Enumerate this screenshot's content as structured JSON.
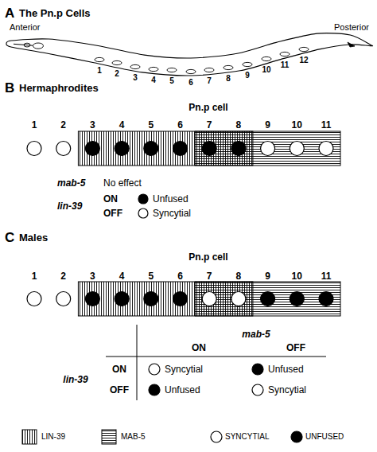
{
  "diagram": {
    "labels": [
      "A",
      "The Pn.p Cells",
      "Anterior",
      "Posterior",
      "1",
      "2",
      "3",
      "4",
      "5",
      "6",
      "7",
      "8",
      "9",
      "10",
      "11",
      "12",
      "B",
      "Hermaphrodites",
      "Pn.p cell",
      "1",
      "2",
      "3",
      "4",
      "5",
      "6",
      "7",
      "8",
      "9",
      "10",
      "11",
      "mab-5",
      "No effect",
      "lin-39",
      "ON",
      "Unfused",
      "OFF",
      "Syncytial",
      "C",
      "Males",
      "Pn.p cell",
      "1",
      "2",
      "3",
      "4",
      "5",
      "6",
      "7",
      "8",
      "9",
      "10",
      "11",
      "mab-5",
      "ON",
      "OFF",
      "lin-39",
      "ON",
      "Syncytial",
      "Unfused",
      "OFF",
      "Unfused",
      "Syncytial"
    ],
    "legend": [
      {
        "text": "LIN-39"
      },
      {
        "text": "MAB-5"
      },
      {
        "text": "SYNCYTIAL"
      },
      {
        "text": "UNFUSED"
      }
    ]
  }
}
